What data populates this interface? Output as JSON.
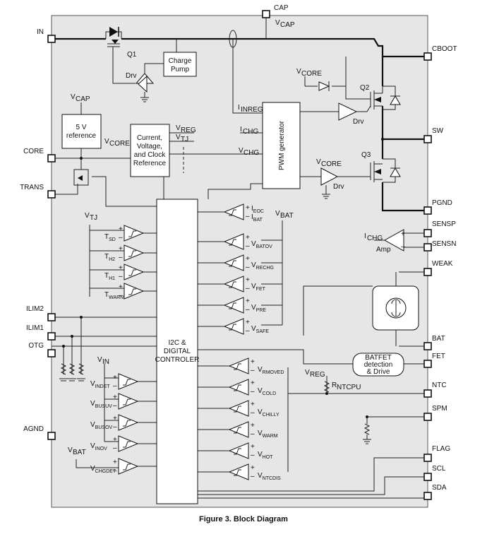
{
  "caption": "Figure 3. Block Diagram",
  "pins": {
    "left": [
      {
        "id": "IN",
        "label": "IN"
      },
      {
        "id": "CORE",
        "label": "CORE"
      },
      {
        "id": "TRANS",
        "label": "TRANS"
      },
      {
        "id": "ILIM2",
        "label": "ILIM2"
      },
      {
        "id": "ILIM1",
        "label": "ILIM1"
      },
      {
        "id": "OTG",
        "label": "OTG"
      },
      {
        "id": "AGND",
        "label": "AGND"
      }
    ],
    "top": [
      {
        "id": "CAP",
        "label": "CAP"
      }
    ],
    "right": [
      {
        "id": "CBOOT",
        "label": "CBOOT"
      },
      {
        "id": "SW",
        "label": "SW"
      },
      {
        "id": "PGND",
        "label": "PGND"
      },
      {
        "id": "SENSP",
        "label": "SENSP"
      },
      {
        "id": "SENSN",
        "label": "SENSN"
      },
      {
        "id": "WEAK",
        "label": "WEAK"
      },
      {
        "id": "BAT",
        "label": "BAT"
      },
      {
        "id": "FET",
        "label": "FET"
      },
      {
        "id": "NTC",
        "label": "NTC"
      },
      {
        "id": "SPM",
        "label": "SPM"
      },
      {
        "id": "FLAG",
        "label": "FLAG"
      },
      {
        "id": "SCL",
        "label": "SCL"
      },
      {
        "id": "SDA",
        "label": "SDA"
      }
    ]
  },
  "blocks": {
    "charge_pump": [
      "Charge",
      "Pump"
    ],
    "reference5v": [
      "5 V",
      "reference"
    ],
    "cvc_reference": [
      "Current,",
      "Voltage,",
      "and Clock",
      "Reference"
    ],
    "pwm": "PWM generator",
    "controller": [
      "I2C &",
      "DIGITAL",
      "CONTROLER"
    ],
    "batfet": [
      "BATFET",
      "detection",
      "& Drive"
    ]
  },
  "labels": {
    "q1": "Q1",
    "q2": "Q2",
    "q3": "Q3",
    "drv": "Drv",
    "amp": "Amp",
    "vcap": "V",
    "vcap_sub": "CAP",
    "vcore": "V",
    "vcore_sub": "CORE",
    "vreg": "V",
    "vreg_sub": "REG",
    "vtj": "V",
    "vtj_sub": "TJ",
    "vin": "V",
    "vin_sub": "IN",
    "vbat": "V",
    "vbat_sub": "BAT",
    "i": "I",
    "inreg_sub": "INREG",
    "chg_sub": "CHG",
    "vchg": "V",
    "vchg_sub": "CHG",
    "r": "R",
    "ntcpu_sub": "NTCPU"
  },
  "thresholds_temp": [
    {
      "main": "T",
      "sub": "SD"
    },
    {
      "main": "T",
      "sub": "H2"
    },
    {
      "main": "T",
      "sub": "H1"
    },
    {
      "main": "T",
      "sub": "WARN"
    }
  ],
  "thresholds_batt": [
    {
      "main": "I",
      "sub": "EOC"
    },
    {
      "main": "I",
      "sub": "BAT"
    },
    {
      "main": "V",
      "sub": "BATOV"
    },
    {
      "main": "V",
      "sub": "RECHG"
    },
    {
      "main": "V",
      "sub": "FET"
    },
    {
      "main": "V",
      "sub": "PRE"
    },
    {
      "main": "V",
      "sub": "SAFE"
    }
  ],
  "thresholds_input": [
    {
      "main": "V",
      "sub": "INDET"
    },
    {
      "main": "V",
      "sub": "BUSUV"
    },
    {
      "main": "V",
      "sub": "BUSOV"
    },
    {
      "main": "V",
      "sub": "INOV"
    },
    {
      "main": "V",
      "sub": "CHGDET"
    }
  ],
  "thresholds_ntc": [
    {
      "main": "V",
      "sub": "RMOVED"
    },
    {
      "main": "V",
      "sub": "COLD"
    },
    {
      "main": "V",
      "sub": "CHILLY"
    },
    {
      "main": "V",
      "sub": "WARM"
    },
    {
      "main": "V",
      "sub": "HOT"
    },
    {
      "main": "V",
      "sub": "NTCDIS"
    }
  ],
  "signs": {
    "plus": "+",
    "minus": "–"
  }
}
